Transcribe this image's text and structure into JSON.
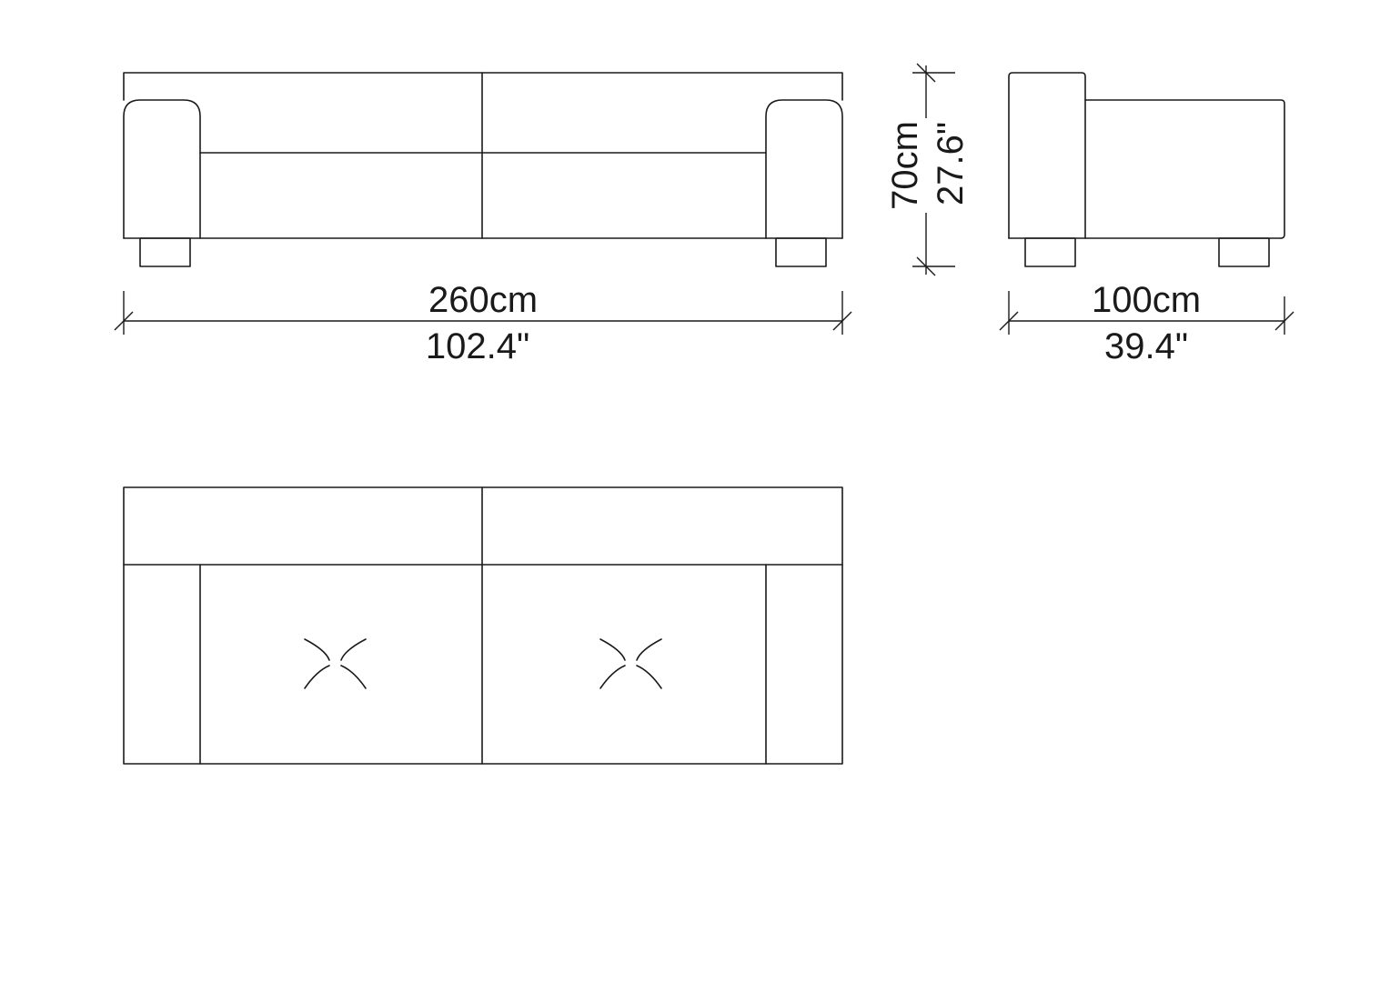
{
  "dimensions": {
    "width": {
      "metric": "260cm",
      "imperial": "102.4\""
    },
    "height": {
      "metric": "70cm",
      "imperial": "27.6\""
    },
    "depth": {
      "metric": "100cm",
      "imperial": "39.4\""
    }
  },
  "colors": {
    "line": "#1a1a1a",
    "background": "#ffffff"
  }
}
